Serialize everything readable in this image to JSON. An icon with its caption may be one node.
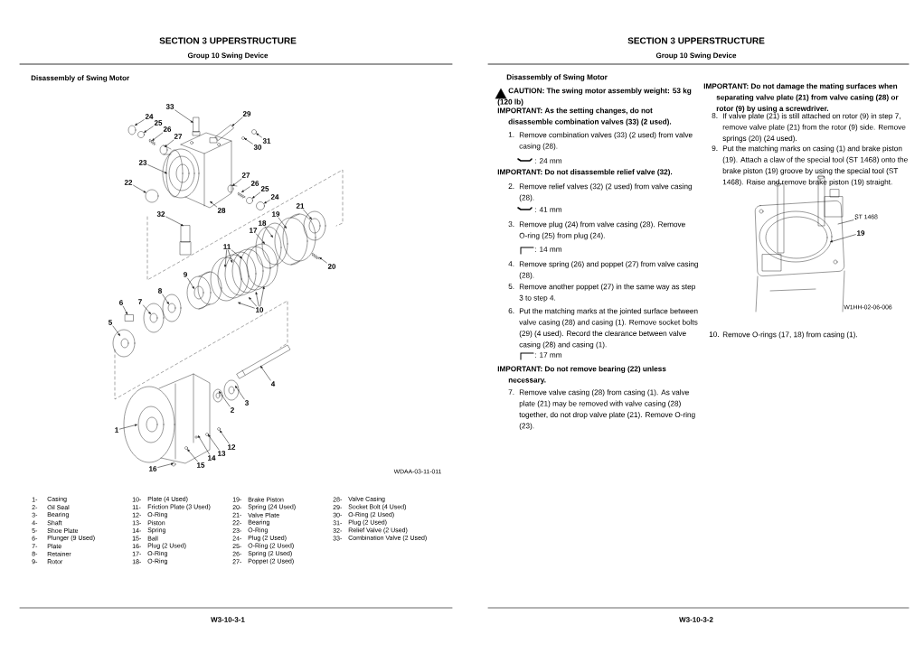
{
  "diagram": {
    "nodes": [
      {
        "text": [
          "33"
        ]
      },
      {
        "text": [
          "24"
        ]
      },
      {
        "text": [
          "25"
        ]
      },
      {
        "text": [
          "29"
        ]
      },
      {
        "text": [
          "26"
        ]
      },
      {
        "text": [
          "27"
        ]
      },
      {
        "text": [
          "31"
        ]
      },
      {
        "text": [
          "30"
        ]
      },
      {
        "text": [
          "23"
        ]
      },
      {
        "text": [
          "22"
        ]
      },
      {
        "text": [
          "27"
        ]
      },
      {
        "text": [
          "26"
        ]
      },
      {
        "text": [
          "25"
        ]
      },
      {
        "text": [
          "24"
        ]
      },
      {
        "text": [
          "28"
        ]
      },
      {
        "text": [
          "21"
        ]
      },
      {
        "text": [
          "32"
        ]
      },
      {
        "text": [
          "19"
        ]
      },
      {
        "text": [
          "18"
        ]
      },
      {
        "text": [
          "17"
        ]
      },
      {
        "text": [
          "11"
        ]
      },
      {
        "text": [
          "20"
        ]
      },
      {
        "text": [
          "9"
        ]
      },
      {
        "text": [
          "8"
        ]
      },
      {
        "text": [
          "7"
        ]
      },
      {
        "text": [
          "6"
        ]
      },
      {
        "text": [
          "5"
        ]
      },
      {
        "text": [
          "10"
        ]
      },
      {
        "text": [
          "4"
        ]
      },
      {
        "text": [
          "3"
        ]
      },
      {
        "text": [
          "2"
        ]
      },
      {
        "text": [
          "1"
        ]
      },
      {
        "text": [
          "12"
        ]
      },
      {
        "text": [
          "13"
        ]
      },
      {
        "text": [
          "14"
        ]
      },
      {
        "text": [
          "15"
        ]
      },
      {
        "text": [
          "16"
        ]
      },
      {
        "text": [
          "ST 1468"
        ]
      },
      {
        "text": [
          "19"
        ]
      },
      {
        "text": [],
        "shape": "box"
      },
      {
        "text": [],
        "shape": "circle"
      },
      {
        "text": [],
        "shape": "circle"
      },
      {
        "text": [],
        "shape": "circle"
      },
      {
        "text": [],
        "shape": "circle"
      },
      {
        "text": [],
        "shape": "circle"
      },
      {
        "text": [],
        "shape": "box"
      },
      {
        "text": [],
        "shape": "circle"
      },
      {
        "text": [],
        "shape": "circle"
      },
      {
        "text": [],
        "shape": "box"
      }
    ],
    "edges": [
      {
        "from": 0,
        "to": 39,
        "arrow": "to"
      },
      {
        "from": 1,
        "to": null,
        "arrow": "to"
      },
      {
        "from": 2,
        "to": 40,
        "arrow": "to"
      },
      {
        "from": 3,
        "to": 48,
        "arrow": "to"
      },
      {
        "from": 4,
        "to": null,
        "arrow": "to"
      },
      {
        "from": 5,
        "to": null,
        "arrow": "to"
      },
      {
        "from": 6,
        "to": 41,
        "arrow": "to"
      },
      {
        "from": 7,
        "to": null,
        "arrow": "to"
      },
      {
        "from": 8,
        "to": null,
        "arrow": "to"
      },
      {
        "from": 9,
        "to": 42,
        "arrow": "to"
      },
      {
        "from": 10,
        "to": null,
        "arrow": "to"
      },
      {
        "from": 11,
        "to": null,
        "arrow": "to"
      },
      {
        "from": 12,
        "to": 43,
        "arrow": "to"
      },
      {
        "from": 13,
        "to": 44,
        "arrow": "to"
      },
      {
        "from": 14,
        "to": null,
        "arrow": "to"
      },
      {
        "from": 15,
        "to": null,
        "arrow": "to"
      },
      {
        "from": 16,
        "to": null,
        "arrow": "to"
      },
      {
        "from": 17,
        "to": null,
        "arrow": "to"
      },
      {
        "from": 18,
        "to": null,
        "arrow": "to"
      },
      {
        "from": 19,
        "to": null,
        "arrow": "to"
      },
      {
        "from": 20,
        "to": null,
        "arrow": "to"
      },
      {
        "from": 20,
        "to": null,
        "arrow": "to"
      },
      {
        "from": 20,
        "to": null,
        "arrow": "to"
      },
      {
        "from": 21,
        "to": null,
        "arrow": "to"
      },
      {
        "from": 22,
        "to": null,
        "arrow": "to"
      },
      {
        "from": 23,
        "to": null,
        "arrow": "to"
      },
      {
        "from": 24,
        "to": null,
        "arrow": "to"
      },
      {
        "from": 25,
        "to": 45,
        "arrow": "to"
      },
      {
        "from": 26,
        "to": null,
        "arrow": "to"
      },
      {
        "from": 27,
        "to": null,
        "arrow": "to"
      },
      {
        "from": 27,
        "to": null,
        "arrow": "to"
      },
      {
        "from": 27,
        "to": null,
        "arrow": "to"
      },
      {
        "from": 27,
        "to": null,
        "arrow": "to"
      },
      {
        "from": 28,
        "to": null,
        "arrow": "to"
      },
      {
        "from": 29,
        "to": null,
        "arrow": "to"
      },
      {
        "from": 30,
        "to": null,
        "arrow": "to"
      },
      {
        "from": 31,
        "to": null,
        "arrow": "to"
      },
      {
        "from": 32,
        "to": 46,
        "arrow": "to"
      },
      {
        "from": 33,
        "to": null,
        "arrow": "to"
      },
      {
        "from": 34,
        "to": null,
        "arrow": "to"
      },
      {
        "from": 35,
        "to": 47,
        "arrow": "to"
      },
      {
        "from": 36,
        "to": null,
        "arrow": "to"
      },
      {
        "from": 37,
        "to": null,
        "arrow": "none"
      },
      {
        "from": 38,
        "to": null,
        "arrow": "to"
      }
    ],
    "labels": [
      "SECTION 3 UPPERSTRUCTURE",
      "Group 10 Swing Device",
      "Disassembly of Swing Motor",
      "WDAA-03-11-011",
      "1-",
      "Casing",
      "2-",
      "Oil Seal",
      "3-",
      "Bearing",
      "4-",
      "Shaft",
      "5-",
      "Shoe Plate",
      "6-",
      "Plunger (9 Used)",
      "7-",
      "Plate",
      "8-",
      "Retainer",
      "9-",
      "Rotor",
      "10-",
      "Plate (4 Used)",
      "11-",
      "Friction Plate (3 Used)",
      "12-",
      "O-Ring",
      "13-",
      "Piston",
      "14-",
      "Spring",
      "15-",
      "Ball",
      "16-",
      "Plug (2 Used)",
      "17-",
      "O-Ring",
      "18-",
      "O-Ring",
      "19-",
      "Brake Piston",
      "20-",
      "Spring (24 Used)",
      "21-",
      "Valve Plate",
      "22-",
      "Bearing",
      "23-",
      "O-Ring",
      "24-",
      "Plug (2 Used)",
      "25-",
      "O-Ring (2 Used)",
      "26-",
      "Spring (2 Used)",
      "27-",
      "Poppet (2 Used)",
      "28-",
      "Valve Casing",
      "29-",
      "Socket Bolt (4 Used)",
      "30-",
      "O-Ring (2 Used)",
      "31-",
      "Plug (2 Used)",
      "32-",
      "Relief Valve (2 Used)",
      "33-",
      "Combination Valve (2 Used)",
      "W3-10-3-1",
      "SECTION 3 UPPERSTRUCTURE",
      "Group 10 Swing Device",
      "Disassembly of Swing Motor",
      "CAUTION: The swing motor assembly weight: 53 kg (120 lb)",
      "IMPORTANT: As the setting changes, do not disassemble combination valves (33) (2 used).",
      "1.",
      "Remove combination valves (33) (2 used) from valve casing (28).",
      ": 24 mm",
      "IMPORTANT: Do not disassemble relief valve (32).",
      "2.",
      "Remove relief valves (32) (2 used) from valve casing (28).",
      ": 41 mm",
      "3.",
      "Remove plug (24) from valve casing (28). Remove O-ring (25) from plug (24).",
      ": 14 mm",
      "4.",
      "Remove spring (26) and poppet (27) from valve casing (28).",
      "5.",
      "Remove another poppet (27) in the same way as step 3 to step 4.",
      "6.",
      "Put the matching marks at the jointed surface between valve casing (28) and casing (1). Remove socket bolts (29) (4 used). Record the clearance between valve casing (28) and casing (1).",
      ": 17 mm",
      "IMPORTANT: Do not remove bearing (22) unless necessary.",
      "7.",
      "Remove valve casing (28) from casing (1). As valve plate (21) may be removed with valve casing (28) together, do not drop valve plate (21). Remove O-ring (23).",
      "IMPORTANT: Do not damage the mating surfaces when separating valve plate (21) from valve casing (28) or rotor (9) by using a screwdriver.",
      "8.",
      "If valve plate (21) is still attached on rotor (9) in step 7, remove valve plate (21) from the rotor (9) side. Remove springs (20) (24 used).",
      "9.",
      "Put the matching marks on casing (1) and brake piston (19). Attach a claw of the special tool (ST 1468) onto the brake piston (19) groove by using the special tool (ST 1468). Raise and remove brake piston (19) straight.",
      "W1HH-02-06-006",
      "10.",
      "Remove O-rings (17, 18) from casing (1).",
      "W3-10-3-2"
    ]
  }
}
